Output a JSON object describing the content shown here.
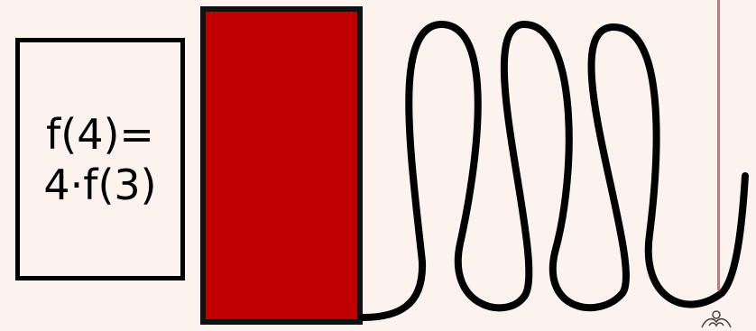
{
  "formula": {
    "line1": "f(4)=",
    "line2": "4·f(3)"
  },
  "colors": {
    "background": "#fdf3ee",
    "block": "#c00000",
    "outline": "#000000",
    "wall": "#c87878"
  },
  "spring": {
    "loops": 3
  },
  "icons": {
    "ornament": "flourish-icon"
  }
}
